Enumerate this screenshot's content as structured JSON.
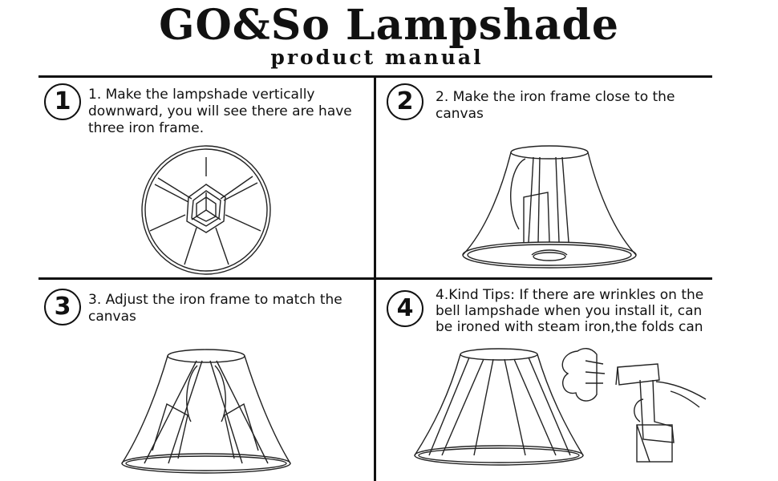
{
  "header": {
    "title": "GO&So Lampshade",
    "subtitle": "product manual"
  },
  "steps": [
    {
      "number": "1",
      "text": "1. Make the lampshade vertically downward, you will see there are have three iron frame."
    },
    {
      "number": "2",
      "text": "2. Make the iron frame close to the canvas"
    },
    {
      "number": "3",
      "text": "3. Adjust the iron frame to match the canvas"
    },
    {
      "number": "4",
      "text": "4.Kind Tips: If there are wrinkles on the bell lampshade when you install it, can be ironed with steam iron,the folds can"
    }
  ],
  "icons": {
    "step1": "top-view-frame-illustration",
    "step2": "lampshade-frame-illustration",
    "step3": "lampshade-frame-illustration",
    "step4": "steam-iron-illustration"
  }
}
